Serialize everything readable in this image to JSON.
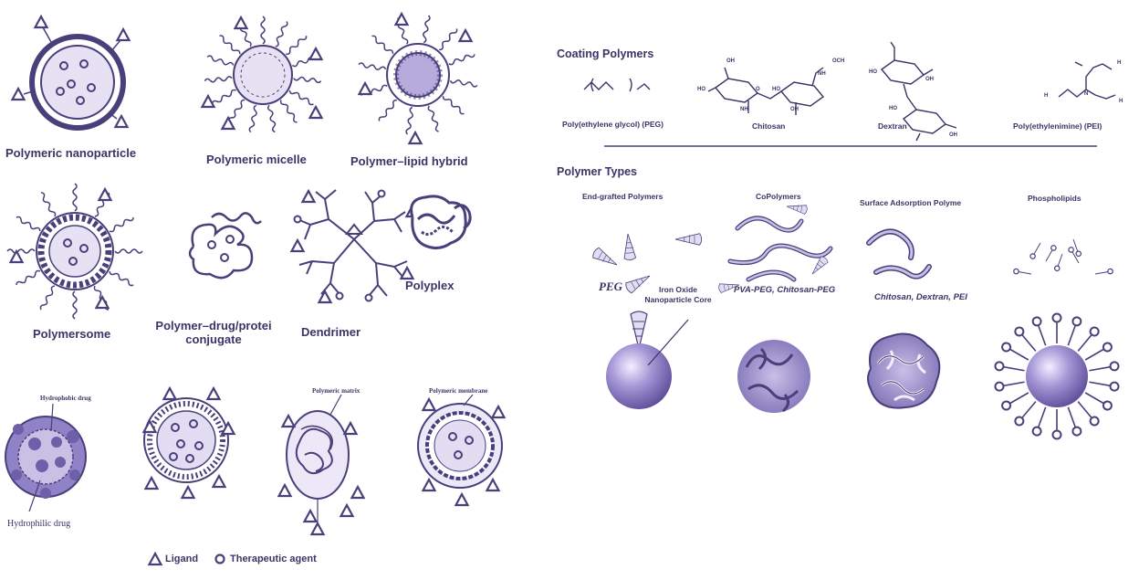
{
  "left_panel": {
    "row1": [
      "Polymeric nanoparticle",
      "Polymeric micelle",
      "Polymer–lipid hybrid"
    ],
    "row2": {
      "polymersome": "Polymersome",
      "conjugate_line1": "Polymer–drug/protei",
      "conjugate_line2": "conjugate",
      "dendrimer": "Dendrimer",
      "polyplex": "Polyplex"
    },
    "row3": {
      "hydrophobic_drug": "Hydrophobic drug",
      "hydrophilic_drug": "Hydrophilic drug",
      "polymeric_matrix": "Polymeric matrix",
      "polymeric_membrane": "Polymeric membrane"
    },
    "legend": {
      "ligand_symbol": "Δ",
      "ligand": "Ligand",
      "agent_symbol": "O",
      "agent": "Therapeutic agent"
    }
  },
  "right_panel": {
    "coating_title": "Coating Polymers",
    "coating_polymers": [
      "Poly(ethylene glycol) (PEG)",
      "Chitosan",
      "Dextran",
      "Poly(ethylenimine) (PEI)"
    ],
    "types_title": "Polymer Types",
    "types": [
      "End-grafted Polymers",
      "CoPolymers",
      "Surface Adsorption Polyme",
      "Phospholipids"
    ],
    "examples": {
      "peg": "PEG",
      "core_line1": "Iron Oxide",
      "core_line2": "Nanoparticle Core",
      "copolymer": "PVA-PEG, Chitosan-PEG",
      "adsorption": "Chitosan, Dextran, PEI"
    },
    "chem_labels": {
      "och3": "OCH",
      "nh": "NH",
      "nh2": "NH",
      "oh": "OH",
      "ho": "HO",
      "o": "O",
      "n": "N",
      "h": "H",
      "h2n": "H"
    }
  },
  "colors": {
    "ink": "#4a3f7a",
    "fill_light": "#ddd6ee",
    "fill_mid": "#a99ccf",
    "sphere": "#8a7cc0"
  }
}
